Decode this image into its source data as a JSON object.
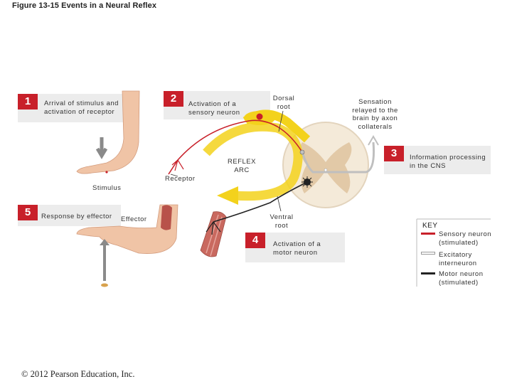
{
  "title": "Figure 13-15 Events in a Neural Reflex",
  "steps": [
    {
      "number": "1",
      "text": "Arrival of stimulus and activation of receptor"
    },
    {
      "number": "2",
      "text": "Activation of a sensory neuron"
    },
    {
      "number": "3",
      "text": "Information processing in the CNS"
    },
    {
      "number": "4",
      "text": "Activation of a motor neuron"
    },
    {
      "number": "5",
      "text": "Response by effector"
    }
  ],
  "labels": {
    "dorsal_root": "Dorsal root",
    "ventral_root": "Ventral root",
    "sensation": "Sensation relayed to the brain by axon collaterals",
    "reflex_arc": "REFLEX ARC",
    "receptor": "Receptor",
    "stimulus": "Stimulus",
    "effector": "Effector"
  },
  "key": {
    "title": "KEY",
    "items": [
      {
        "label": "Sensory neuron (stimulated)",
        "color": "#c8202a"
      },
      {
        "label": "Excitatory interneuron",
        "color": "#bfbfbf"
      },
      {
        "label": "Motor neuron (stimulated)",
        "color": "#222222"
      }
    ]
  },
  "colors": {
    "badge": "#c8202a",
    "step_box": "#ececec",
    "arc": "#f3d21c",
    "skin": "#f0c4a6"
  },
  "copyright": "© 2012 Pearson Education, Inc."
}
